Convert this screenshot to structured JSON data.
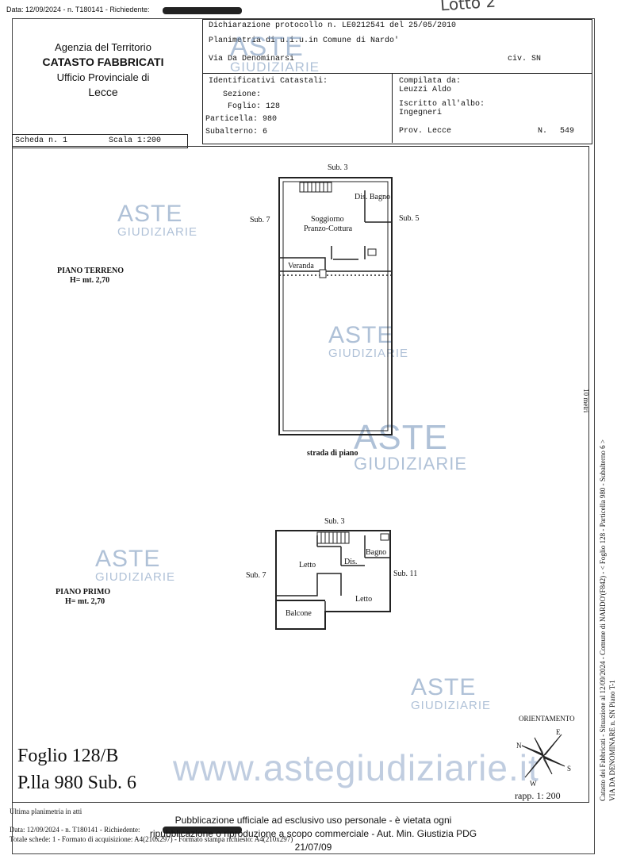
{
  "top_header": {
    "text": "Data: 12/09/2024 - n. T180141 - Richiedente:",
    "handwritten": "Lotto 2"
  },
  "agency": {
    "line1": "Agenzia del Territorio",
    "line2": "CATASTO FABBRICATI",
    "line3": "Ufficio Provinciale di",
    "line4": "Lecce"
  },
  "declaration": {
    "line1": "Dichiarazione protocollo n. LE0212541 del  25/05/2010",
    "line2": "Planimetria di u.i.u.in Comune di Nardo'",
    "address": "Via Da Denominarsi",
    "civ": "civ. SN"
  },
  "ident": {
    "title": "Identificativi Catastali:",
    "sezione": "Sezione:",
    "foglio": "Foglio: 128",
    "particella": "Particella: 980",
    "subalterno": "Subalterno: 6"
  },
  "compiled": {
    "title": "Compilata da:",
    "name": "Leuzzi Aldo",
    "registered": "Iscritto all'albo:",
    "profession": "Ingegneri",
    "prov": "Prov. Lecce",
    "n_label": "N.",
    "n_value": "549"
  },
  "scheda": {
    "scheda": "Scheda n. 1",
    "scala": "Scala 1:200"
  },
  "plan_ground": {
    "label": "PIANO TERRENO",
    "height": "H= mt. 2,70",
    "sub_top": "Sub. 3",
    "sub_left": "Sub. 7",
    "sub_right": "Sub. 5",
    "dis_bagno": "Dis. Bagno",
    "soggiorno": "Soggiorno",
    "pranzo": "Pranzo-Cottura",
    "veranda": "Veranda",
    "strada": "strada di piano",
    "scale_note": "10 metri"
  },
  "plan_first": {
    "label": "PIANO PRIMO",
    "height": "H= mt. 2,70",
    "sub_top": "Sub. 3",
    "sub_left": "Sub. 7",
    "sub_right": "Sub. 11",
    "letto1": "Letto",
    "dis": "Dis.",
    "bagno": "Bagno",
    "letto2": "Letto",
    "balcone": "Balcone"
  },
  "foglio_big": {
    "line1": "Foglio 128/B",
    "line2": "P.lla 980 Sub. 6"
  },
  "orientation": {
    "label": "ORIENTAMENTO",
    "n": "N",
    "e": "E",
    "s": "S",
    "w": "W",
    "rapp": "rapp. 1: 200"
  },
  "side_text": {
    "line1": "Catasto dei Fabbricati - Situazione al 12/09/2024 - Comune di NARDO'(F842) - < Foglio 128 - Particella 980 - Subalterno 6 >",
    "line2": "VIA DA DENOMINARE n. SN Piano T-1"
  },
  "watermarks": {
    "aste": "ASTE",
    "giudiziarie": "GIUDIZIARIE",
    "site": "www.astegiudiziarie.it"
  },
  "footer": {
    "ultima": "Ultima planimetria in atti",
    "data": "Data: 12/09/2024 - n. T180141 - Richiedente:",
    "totale": "Totale schede: 1 - Formato di acquisizione: A4(210x297) - Formato stampa richiesto: A4(210x297)",
    "pub1": "Pubblicazione ufficiale ad esclusivo uso personale - è vietata ogni",
    "pub2": "ripubblicazione o riproduzione a scopo commerciale - Aut. Min. Giustizia PDG 21/07/09"
  }
}
